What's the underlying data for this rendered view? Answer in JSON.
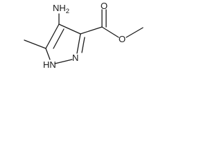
{
  "molecule": {
    "atoms": {
      "amino": {
        "main": "NH",
        "sub": "2"
      },
      "ring_nh": "HN",
      "ring_n": "N",
      "carbonyl_o": "O",
      "ester_o": "O"
    }
  }
}
